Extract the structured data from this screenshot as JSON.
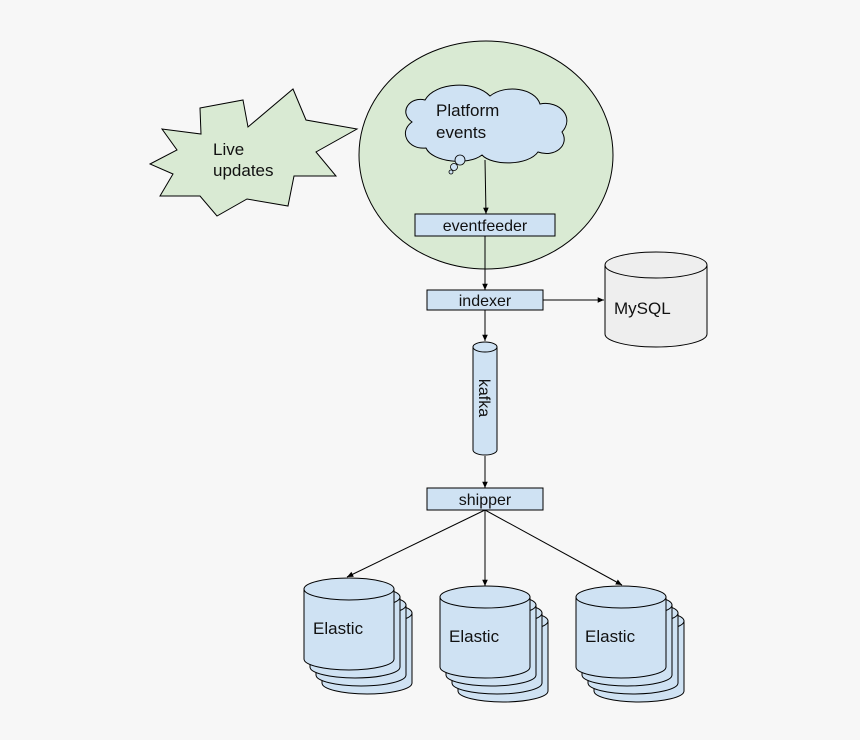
{
  "nodes": {
    "live_updates": [
      "Live",
      "updates"
    ],
    "platform_events": [
      "Platform",
      "events"
    ],
    "eventfeeder": "eventfeeder",
    "indexer": "indexer",
    "mysql": "MySQL",
    "kafka": "kafka",
    "shipper": "shipper",
    "elastic": [
      "Elastic",
      "Elastic",
      "Elastic"
    ]
  },
  "colors": {
    "background": "#f7f7f7",
    "light_blue": "#cfe2f3",
    "light_green": "#d9ead3",
    "mysql_fill": "#eeeeee",
    "stroke": "#000000"
  }
}
